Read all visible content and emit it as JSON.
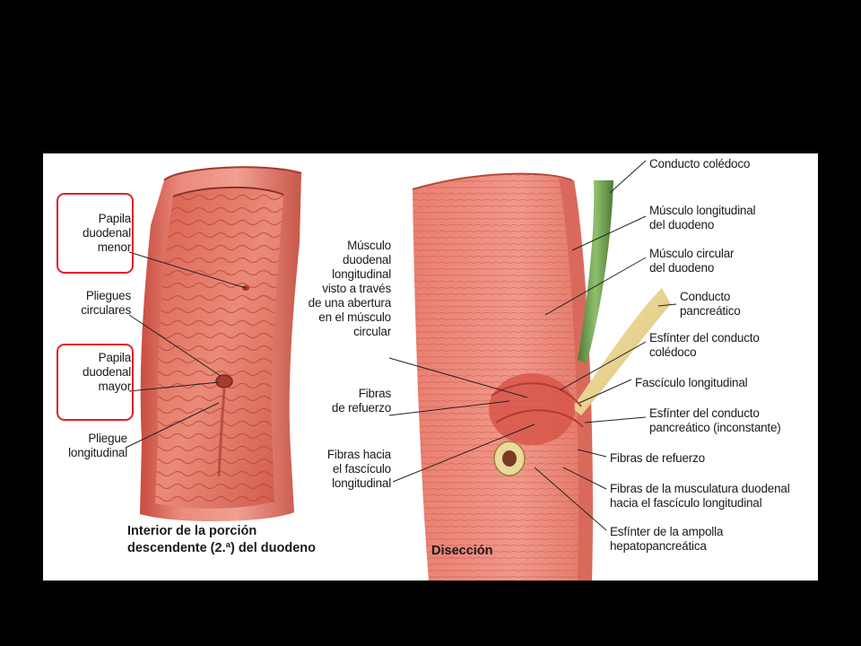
{
  "left_labels": {
    "papila_menor": "Papila\nduodenal\nmenor",
    "pliegues_circulares": "Pliegues\ncirculares",
    "papila_mayor": "Papila\nduodenal\nmayor",
    "pliegue_longitudinal": "Pliegue\nlongitudinal"
  },
  "left_caption": "Interior de la porción\ndescendente (2.ª) del duodeno",
  "center_labels": {
    "musculo_duodenal": "Músculo\nduodenal\nlongitudinal\nvisto a través\nde una abertura\nen el músculo\ncircular",
    "fibras_refuerzo": "Fibras\nde refuerzo",
    "fibras_hacia": "Fibras hacia\nel fascículo\nlongitudinal"
  },
  "right_caption": "Disección",
  "right_labels": {
    "conducto_coledoco": "Conducto colédoco",
    "musculo_longitudinal": "Músculo longitudinal\ndel duodeno",
    "musculo_circular": "Músculo circular\ndel duodeno",
    "conducto_pancreatico": "Conducto\npancreático",
    "esfinter_coledoco": "Esfínter del conducto\ncolédoco",
    "fasciculo_longitudinal": "Fascículo longitudinal",
    "esfinter_pancreatico": "Esfínter del conducto\npancreático (inconstante)",
    "fibras_refuerzo": "Fibras de refuerzo",
    "fibras_musculatura": "Fibras de la musculatura duodenal\nhacia el fascículo longitudinal",
    "esfinter_ampolla": "Esfínter de la ampolla\nhepatopancreática"
  },
  "colors": {
    "background": "#000000",
    "panel": "#ffffff",
    "highlight": "#e0202a",
    "tissue": "#e8776a",
    "bile_duct": "#6f9a52",
    "pancreatic_duct": "#e9d48f"
  }
}
